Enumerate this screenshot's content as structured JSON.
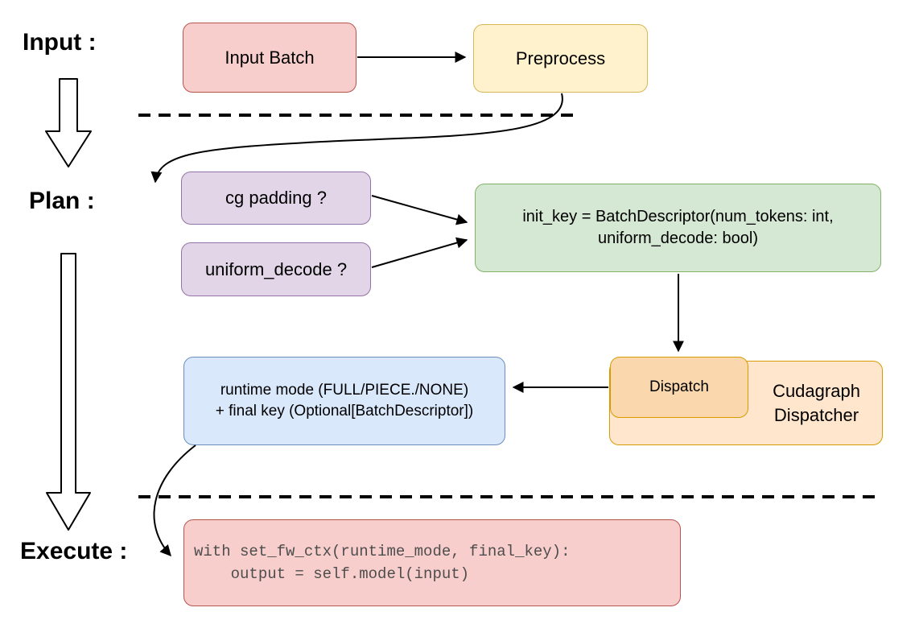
{
  "stages": {
    "input_label": "Input :",
    "plan_label": "Plan :",
    "execute_label": "Execute :"
  },
  "nodes": {
    "input_batch": {
      "label": "Input Batch"
    },
    "preprocess": {
      "label": "Preprocess"
    },
    "cg_padding": {
      "label": "cg padding ?"
    },
    "uniform_decode": {
      "label": "uniform_decode ?"
    },
    "init_key": {
      "line1": "init_key = BatchDescriptor(num_tokens: int,",
      "line2": "uniform_decode: bool)"
    },
    "dispatch": {
      "label": "Dispatch"
    },
    "cudagraph_dispatcher": {
      "line1": "Cudagraph",
      "line2": "Dispatcher"
    },
    "runtime_mode": {
      "line1": "runtime mode (FULL/PIECE./NONE)",
      "line2": "+ final key (Optional[BatchDescriptor])"
    },
    "execute_code": {
      "line1": "with set_fw_ctx(runtime_mode, final_key):",
      "line2": "    output = self.model(input)"
    }
  },
  "colors": {
    "red_fill": "#f8cecc",
    "red_stroke": "#b85450",
    "yellow_fill": "#fff2cc",
    "yellow_stroke": "#d6b656",
    "purple_fill": "#e1d5e7",
    "purple_stroke": "#9673a6",
    "green_fill": "#d5e8d4",
    "green_stroke": "#82b366",
    "orange_light_fill": "#ffe6cc",
    "orange_dark_fill": "#fad7ac",
    "orange_stroke": "#d79b00",
    "blue_fill": "#dae8fc",
    "blue_stroke": "#6c8ebf",
    "code_text": "#4d4d4d",
    "arrow": "#000000"
  }
}
